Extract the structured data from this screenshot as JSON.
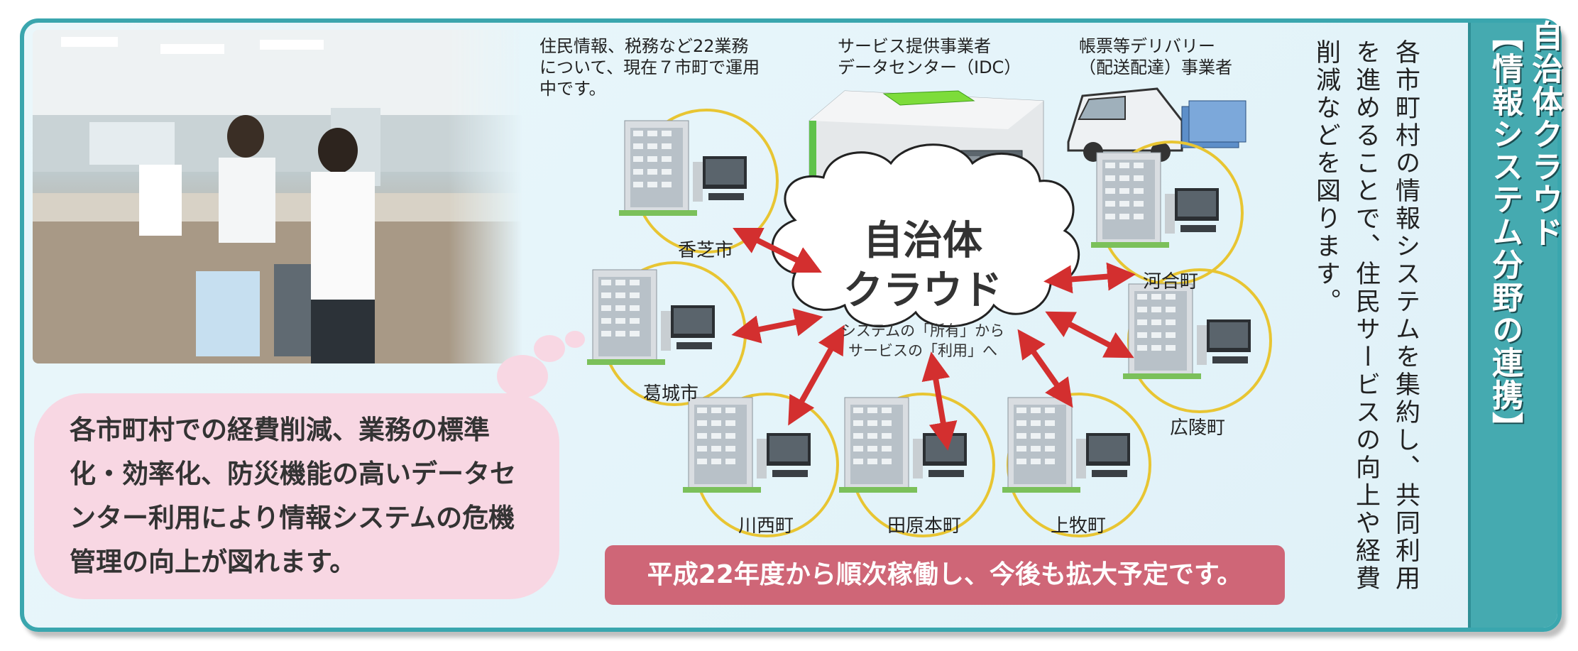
{
  "side_title": [
    "自治体クラウド",
    "【情報システム分野の連携】"
  ],
  "description": "各市町村の情報システムを集約し、共同利用を進めることで、住民サービスの向上や経費削減などを図ります。",
  "bubble_text": "各市町村での経費削減、業務の標準化・効率化、防災機能の高いデータセンター利用により情報システムの危機管理の向上が図れます。",
  "note_text": [
    "住民情報、税務など22業務",
    "について、現在７市町で運用",
    "中です。"
  ],
  "idc_label": [
    "サービス提供事業者",
    "データセンター（IDC）"
  ],
  "delivery_label": [
    "帳票等デリバリー",
    "（配送配達）事業者"
  ],
  "cloud_title": [
    "自治体",
    "クラウド"
  ],
  "cloud_sub": [
    "システムの「所有」から",
    "サービスの「利用」へ"
  ],
  "banner": "平成22年度から順次稼働し、今後も拡大予定です。",
  "towns": [
    "香芝市",
    "葛城市",
    "川西町",
    "田原本町",
    "上牧町",
    "広陵町",
    "河合町"
  ],
  "colors": {
    "frame": "#3aa6ae",
    "arrow": "#d32f2f",
    "banner": "#cf6677",
    "bubble": "#f8d7e3",
    "ring": "#e8c532"
  }
}
